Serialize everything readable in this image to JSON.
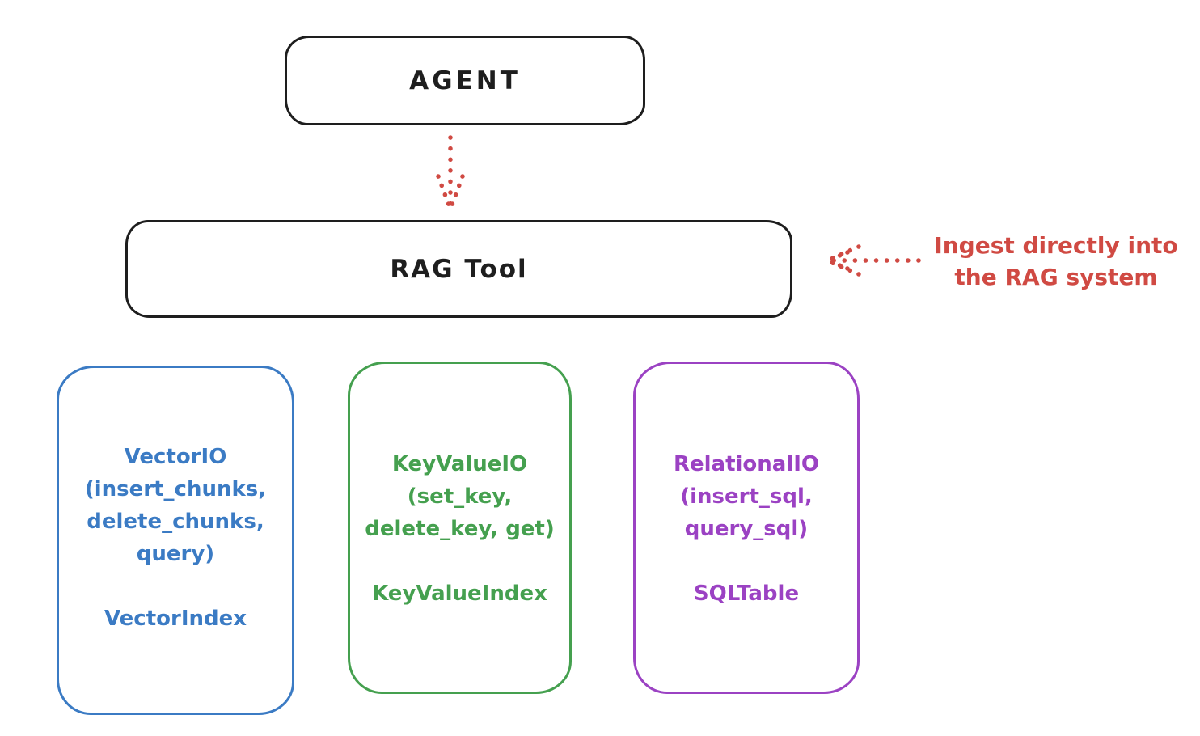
{
  "diagram": {
    "agent": {
      "label": "AGENT"
    },
    "rag_tool": {
      "label": "RAG Tool"
    },
    "agent_to_rag_arrow": {
      "style": "dotted",
      "direction": "down",
      "color": "#d04a43"
    },
    "annotation": {
      "lines": [
        "Ingest directly into",
        "the RAG system"
      ],
      "arrow_style": "dotted",
      "arrow_direction": "left-toward-rag-tool",
      "color": "#d04a43"
    },
    "io_boxes": [
      {
        "name": "VectorIO",
        "lines": [
          "VectorIO",
          "(insert_chunks,",
          "delete_chunks,",
          "query)"
        ],
        "index_label": "VectorIndex",
        "color": "#3b7bc4"
      },
      {
        "name": "KeyValueIO",
        "lines": [
          "KeyValueIO",
          "(set_key,",
          "delete_key, get)"
        ],
        "index_label": "KeyValueIndex",
        "color": "#45a04f"
      },
      {
        "name": "RelationalIO",
        "lines": [
          "RelationalIO",
          "(insert_sql,",
          "query_sql)"
        ],
        "index_label": "SQLTable",
        "color": "#9b42c3"
      }
    ],
    "colors": {
      "ink": "#1e1e1e",
      "red": "#d04a43",
      "blue": "#3b7bc4",
      "green": "#45a04f",
      "purple": "#9b42c3",
      "background": "#ffffff"
    }
  }
}
